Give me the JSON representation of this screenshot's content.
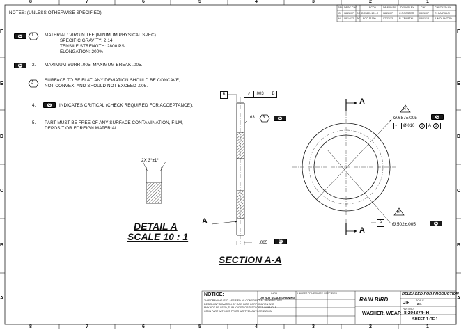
{
  "border": {
    "columns": [
      "8",
      "7",
      "6",
      "5",
      "4",
      "3",
      "2",
      "1"
    ],
    "rows": [
      "F",
      "E",
      "D",
      "C",
      "B",
      "A"
    ]
  },
  "notes": {
    "header": "NOTES: (UNLESS OTHERWISE SPECIFIED)",
    "n1_num": "1",
    "n1_lines": [
      "MATERIAL:  VIRGIN TFE (MINIMUM PHYSICAL SPEC).",
      "SPECIFIC GRAVITY:  2.14",
      "TENSILE STRENGTH:  2800 PSI",
      "ELONGATION:  200%"
    ],
    "n2_num": "2.",
    "n2_text": "MAXIMUM BURR .005, MAXIMUM BREAK .005.",
    "n3_num": "3",
    "n3_lines": [
      "SURFACE TO BE FLAT.  ANY DEVIATION SHOULD BE CONCAVE,",
      "NOT CONVEX, AND SHOULD NOT EXCEED .005."
    ],
    "n4_num": "4.",
    "n4_text": "INDICATES CRITICAL (CHECK REQUIRED FOR ACCEPTANCE).",
    "n5_num": "5.",
    "n5_lines": [
      "PART MUST BE FREE OF ANY SURFACE CONTAMINATION, FILM,",
      "DEPOSIT OR FOREIGN MATERIAL."
    ]
  },
  "crit_symbol": "C",
  "detail": {
    "angle": "2X 3°±1°",
    "title": "DETAIL A",
    "scale": "SCALE 10 : 1"
  },
  "section": {
    "title": "SECTION A-A",
    "datum_b": "B",
    "flatness_value": ".003",
    "flatness_ref": "B",
    "finish_value": "63",
    "finish_note": "3",
    "callout_a": "A",
    "thickness": ".065"
  },
  "plan": {
    "cut_a_top": "A",
    "cut_a_bottom": "A",
    "od_dim": "Ø.687±.005",
    "od_note": "H",
    "position_tol": "Ø.010",
    "position_mod": "S",
    "position_ref": "A",
    "position_ref_mod": "S",
    "id_dim": "Ø.502±.005",
    "id_note": "H",
    "datum_a": "A"
  },
  "revision_table": {
    "headers": [
      "REV",
      "DESC CHG",
      "ECO#",
      "DRAWN BY",
      "DESIGN BY",
      "CHK",
      "CHECKED BY"
    ],
    "rows": [
      [
        "G",
        "08/28/07",
        "DR",
        "DR5803-101-C",
        "08/28/07",
        "C.ROOSTER",
        "08/28/07",
        "R. CASTILLO"
      ],
      [
        "H",
        "08/14/12",
        "PC",
        "ECO 51150",
        "07/23/13",
        "R. TRIPATHI",
        "08/01/13",
        "J. MOLAHOOD"
      ]
    ]
  },
  "title_block": {
    "notice_title": "NOTICE:",
    "notice_lines": [
      "THIS DRAWING IS CLASSIFIED AS CONFIDENTIAL PROPRIETARY",
      "DESIGN INFORMATION OF RAIN BIRD CORPORATION AND",
      "MAY NOT BE USED, DUPLICATED OR DISCLOSED IN WHOLE",
      "OR IN PART WITHOUT PRIOR WRITTEN AUTHORIZATION"
    ],
    "do_not_scale": "DO NOT SCALE DRAWING",
    "units": "INCH",
    "tolerances_head": "UNLESS OTHERWISE SPECIFIED",
    "released": "RELEASED FOR PRODUCTION",
    "company": "RAIN BIRD",
    "size": "CTR",
    "part_no_label": "PART NO.",
    "part_no": "8-204374- H",
    "title": "WASHER, WEAR",
    "scale_label": "SCALE",
    "scale_value": "2:1",
    "sheet": "SHEET 1 OF 1"
  }
}
